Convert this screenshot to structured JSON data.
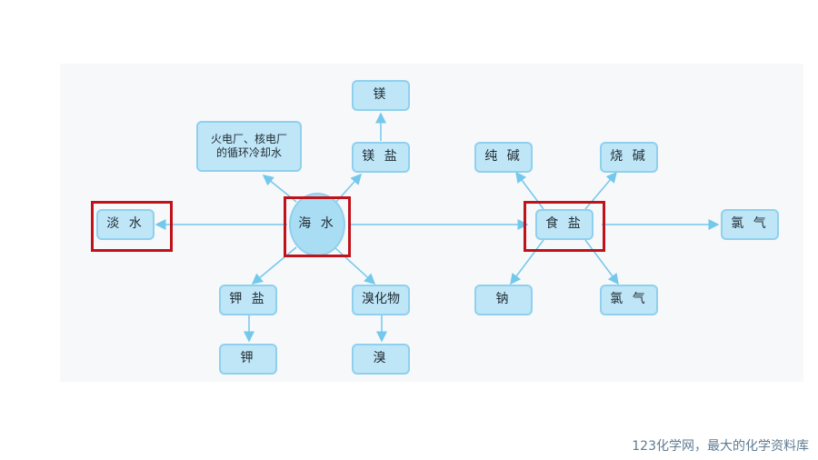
{
  "nodes": {
    "seawater": "海 水",
    "freshwater": "淡 水",
    "cooling": "火电厂、核电厂\n的循环冷却水",
    "mg_salt": "镁 盐",
    "mg": "镁",
    "k_salt": "钾 盐",
    "k": "钾",
    "bromide": "溴化物",
    "br": "溴",
    "salt": "食 盐",
    "soda_ash": "纯 碱",
    "caustic_soda": "烧 碱",
    "sodium": "钠",
    "chlorine_lower": "氯 气",
    "chlorine_right": "氯 气"
  },
  "footer": "123化学网，最大的化学资料库",
  "colors": {
    "node_fill": "#bfe6f7",
    "node_border": "#8fd0ee",
    "arrow": "#74c8ec",
    "highlight": "#c0121a",
    "panel": "#f6f8fa"
  }
}
